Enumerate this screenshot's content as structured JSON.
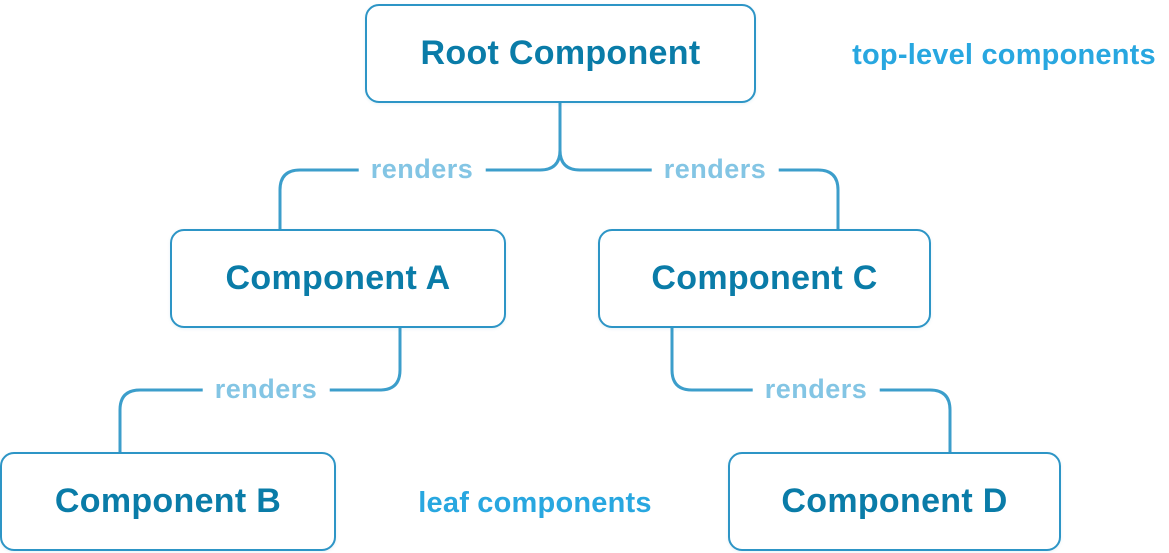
{
  "diagram": {
    "nodes": {
      "root": {
        "label": "Root Component"
      },
      "component_a": {
        "label": "Component A"
      },
      "component_b": {
        "label": "Component B"
      },
      "component_c": {
        "label": "Component C"
      },
      "component_d": {
        "label": "Component D"
      }
    },
    "edges": {
      "root_to_a": {
        "label": "renders"
      },
      "root_to_c": {
        "label": "renders"
      },
      "a_to_b": {
        "label": "renders"
      },
      "c_to_d": {
        "label": "renders"
      }
    },
    "annotations": {
      "top_level": {
        "label": "top-level components"
      },
      "leaf": {
        "label": "leaf components"
      }
    },
    "colors": {
      "node_text": "#0a7ca8",
      "node_border": "#2d95c6",
      "edge": "#3c9ecb",
      "edge_label": "#83c5e4",
      "annotation": "#28a7e0",
      "background": "#ffffff"
    }
  }
}
